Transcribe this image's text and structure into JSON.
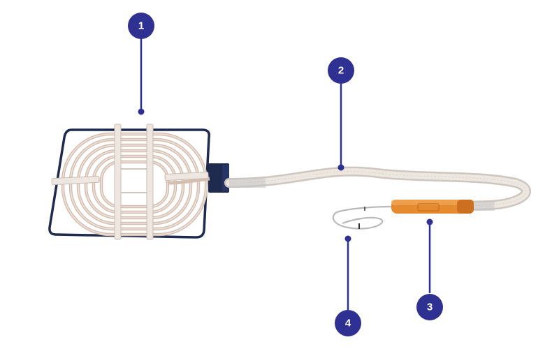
{
  "callouts": [
    {
      "number": "1"
    },
    {
      "number": "2"
    },
    {
      "number": "3"
    },
    {
      "number": "4"
    }
  ],
  "colors": {
    "callout": "#2f3192",
    "frame": "#1e2a4e",
    "coil": "#e2cfc3",
    "hose": "#ebe5df",
    "sleeve": "#e58a2e",
    "wire": "#b9b9b9"
  }
}
